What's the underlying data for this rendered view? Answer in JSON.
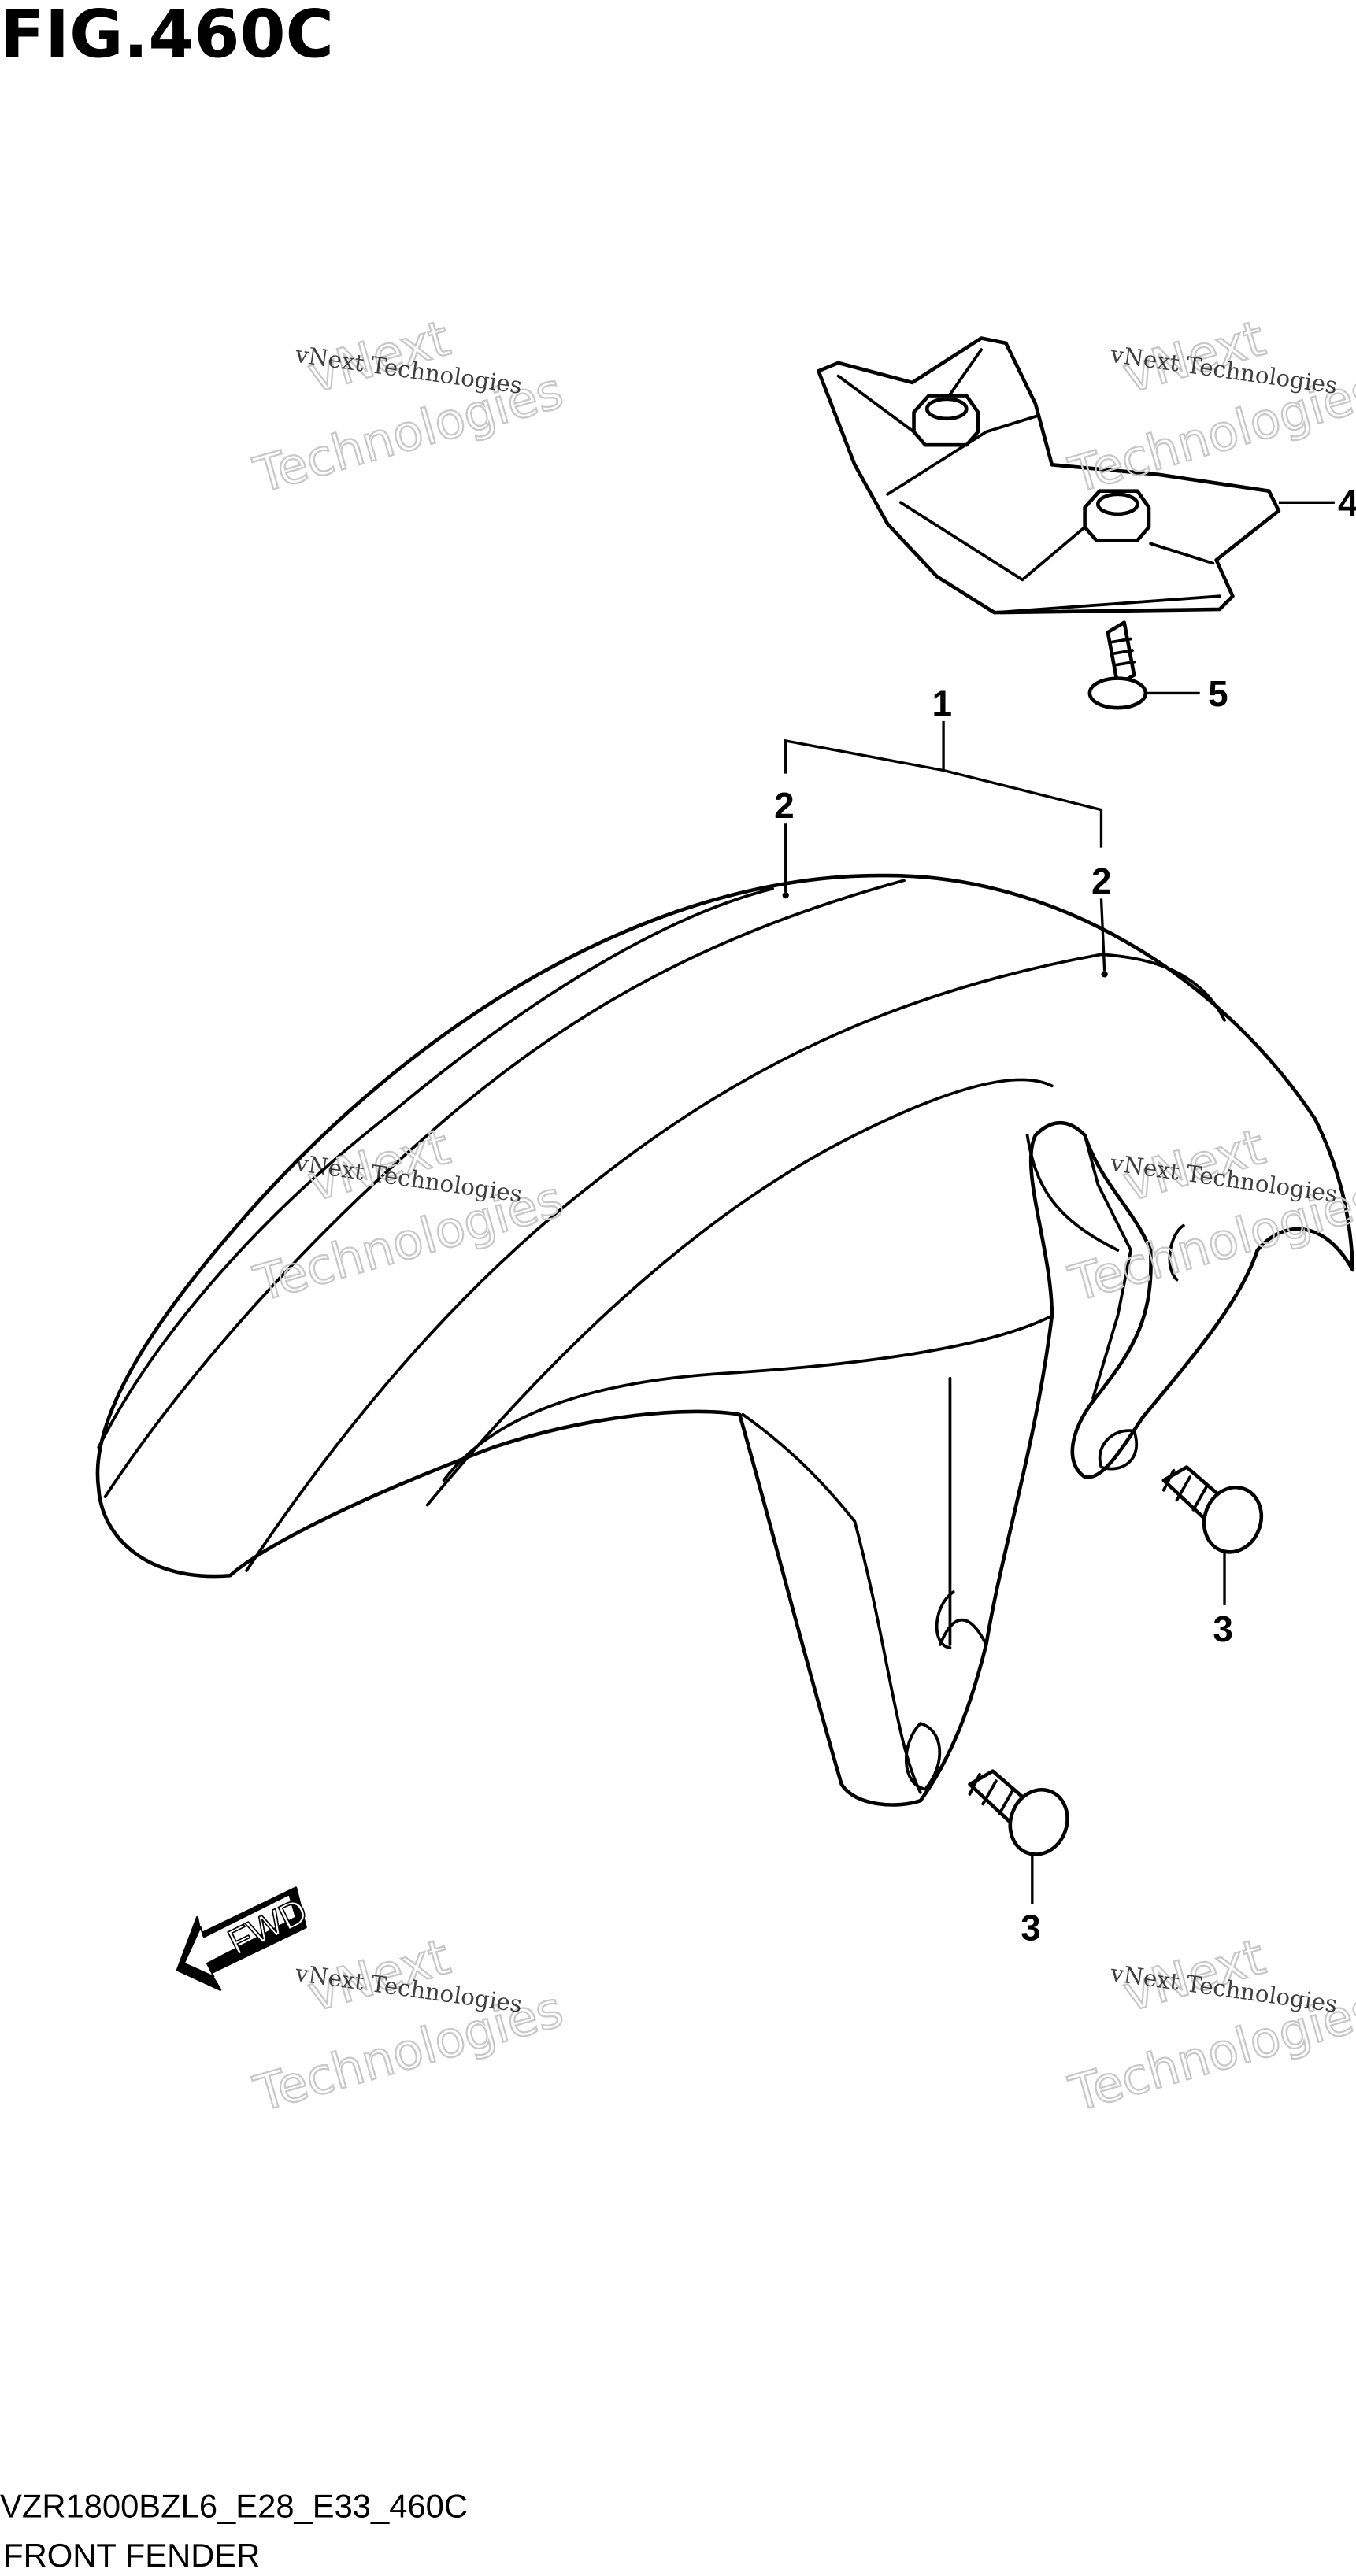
{
  "figure": {
    "title": "FIG.460C",
    "model_code": "VZR1800BZL6_E28_E33_460C",
    "section_name": "FRONT FENDER"
  },
  "callouts": [
    "1",
    "2",
    "2",
    "3",
    "3",
    "4",
    "5"
  ],
  "fwd_label": "FWD",
  "watermark": {
    "line_small": "vNext Technologies",
    "line_big_1": "vNext",
    "line_big_2": "Technologies"
  },
  "icons": [
    "fwd-arrow-icon"
  ]
}
